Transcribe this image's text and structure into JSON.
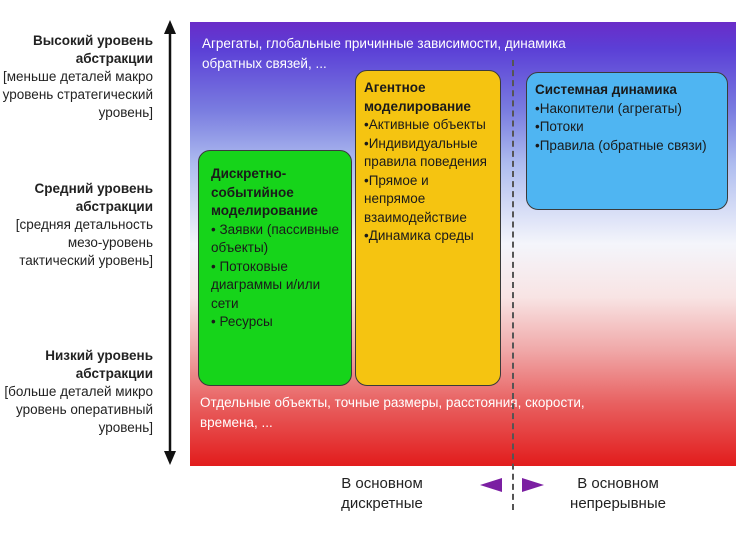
{
  "left_axis": {
    "high": {
      "level": "Высокий уровень абстракции",
      "desc": "[меньше деталей макро уровень стратегический уровень]"
    },
    "mid": {
      "level": "Средний уровень абстракции",
      "desc": "[средняя детальность мезо-уровень тактический уровень]"
    },
    "low": {
      "level": "Низкий уровень абстракции",
      "desc": "[больше деталей микро уровень оперативный уровень]"
    }
  },
  "panel": {
    "top_text": "Агрегаты, глобальные причинные зависимости, динамика обратных связей, ...",
    "bottom_text": "Отдельные объекты, точные размеры, расстояния, скорости, времена, ..."
  },
  "boxes": {
    "des": {
      "title": "Дискретно-событийное моделирование",
      "items": [
        "• Заявки (пассивные объекты)",
        "• Потоковые диаграммы и/или сети",
        "• Ресурсы"
      ]
    },
    "abm": {
      "title": "Агентное моделирование",
      "items": [
        "•Активные объекты",
        "•Индивидуальные правила поведения",
        "•Прямое и непрямое взаимодействие",
        "•Динамика среды"
      ]
    },
    "sd": {
      "title": "Системная динамика",
      "items": [
        "•Накопители (агрегаты)",
        "•Потоки",
        "•Правила (обратные связи)"
      ]
    }
  },
  "bottom": {
    "discrete": "В основном дискретные",
    "continuous": "В основном непрерывные"
  },
  "colors": {
    "des": "#16d41a",
    "abm": "#f5c411",
    "sd": "#4fb5f2",
    "gradient_top": "#6a2cc8",
    "gradient_bottom": "#e21c1c",
    "arrow_triangles": "#7b1fa2"
  }
}
